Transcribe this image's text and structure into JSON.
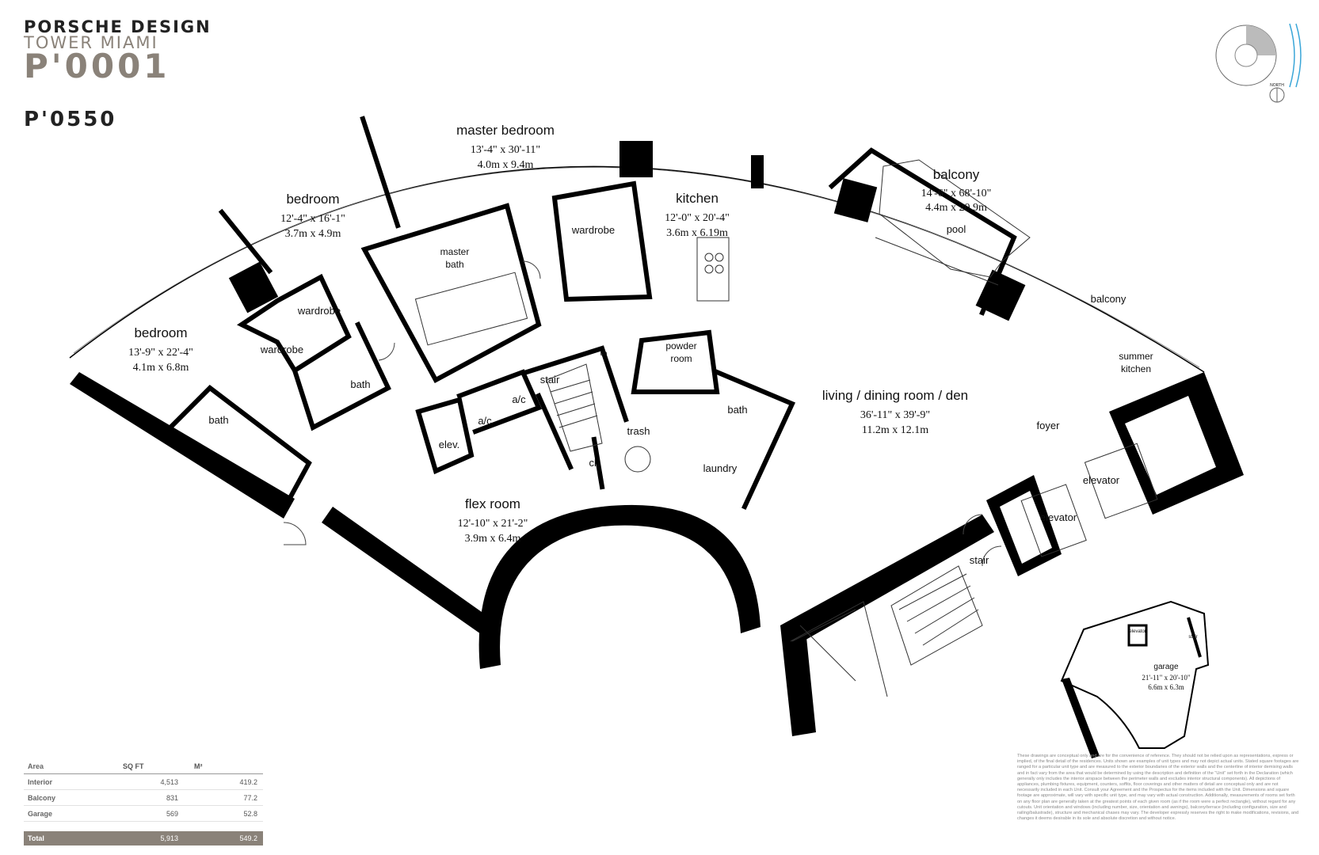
{
  "brand": {
    "line1": "PORSCHE DESIGN",
    "line2": "TOWER MIAMI",
    "line3": "P'0001"
  },
  "unit_name": "P'0550",
  "compass_label": "NORTH",
  "rooms": {
    "master_bedroom": {
      "name": "master bedroom",
      "dim_ft": "13'-4\" x 30'-11\"",
      "dim_m": "4.0m x 9.4m"
    },
    "bedroom_upper": {
      "name": "bedroom",
      "dim_ft": "12'-4\" x 16'-1\"",
      "dim_m": "3.7m x 4.9m"
    },
    "bedroom_left": {
      "name": "bedroom",
      "dim_ft": "13'-9\" x 22'-4\"",
      "dim_m": "4.1m x 6.8m"
    },
    "kitchen": {
      "name": "kitchen",
      "dim_ft": "12'-0\" x 20'-4\"",
      "dim_m": "3.6m x 6.19m"
    },
    "balcony_pool": {
      "name": "balcony",
      "dim_ft": "14'-6\" x 68'-10\"",
      "dim_m": "4.4m x 20.9m",
      "pool": "pool"
    },
    "living": {
      "name": "living / dining room / den",
      "dim_ft": "36'-11\" x 39'-9\"",
      "dim_m": "11.2m x 12.1m"
    },
    "flex": {
      "name": "flex room",
      "dim_ft": "12'-10\" x 21'-2\"",
      "dim_m": "3.9m x 6.4m"
    },
    "garage": {
      "name": "garage",
      "dim_ft": "21'-11\" x 20'-10\"",
      "dim_m": "6.6m x 6.3m",
      "elevator": "elevator",
      "stair": "stair"
    }
  },
  "labels": {
    "wardrobe": "wardrobe",
    "master_bath": [
      "master",
      "bath"
    ],
    "bath": "bath",
    "powder_room": [
      "powder",
      "room"
    ],
    "stair": "stair",
    "dn": "dn",
    "ac": "a/c",
    "elev": "elev.",
    "trash": "trash",
    "closet": "cl.",
    "laundry": "laundry",
    "balcony": "balcony",
    "summer_kitchen": [
      "summer",
      "kitchen"
    ],
    "foyer": "foyer",
    "elevator": "elevator"
  },
  "area_table": {
    "headers": [
      "Area",
      "SQ FT",
      "M²"
    ],
    "rows": [
      {
        "label": "Interior",
        "sqft": "4,513",
        "m2": "419.2"
      },
      {
        "label": "Balcony",
        "sqft": "831",
        "m2": "77.2"
      },
      {
        "label": "Garage",
        "sqft": "569",
        "m2": "52.8"
      }
    ],
    "total": {
      "label": "Total",
      "sqft": "5,913",
      "m2": "549.2"
    }
  },
  "disclaimer": "These drawings are conceptual only and are for the convenience of reference. They should not be relied upon as representations, express or implied, of the final detail of the residences. Units shown are examples of unit types and may not depict actual units. Stated square footages are ranged for a particular unit type and are measured to the exterior boundaries of the exterior walls and the centerline of interior demising walls and in fact vary from the area that would be determined by using the description and definition of the \"Unit\" set forth in the Declaration (which generally only includes the interior airspace between the perimeter walls and excludes interior structural components). All depictions of appliances, plumbing fixtures, equipment, counters, soffits, floor coverings and other matters of detail are conceptual only and are not necessarily included in each Unit. Consult your Agreement and the Prospectus for the items included with the Unit. Dimensions and square footage are approximate, will vary with specific unit type, and may vary with actual construction. Additionally, measurements of rooms set forth on any floor plan are generally taken at the greatest points of each given room (as if the room were a perfect rectangle), without regard for any cutouts. Unit orientation and windows (including number, size, orientation and awnings), balcony/terrace (including configuration, size and railing/balustrade), structure and mechanical chases may vary. The developer expressly reserves the right to make modifications, revisions, and changes it deems desirable in its sole and absolute discretion and without notice.",
  "colors": {
    "brand_gray": "#8a8279",
    "wall": "#000000"
  }
}
